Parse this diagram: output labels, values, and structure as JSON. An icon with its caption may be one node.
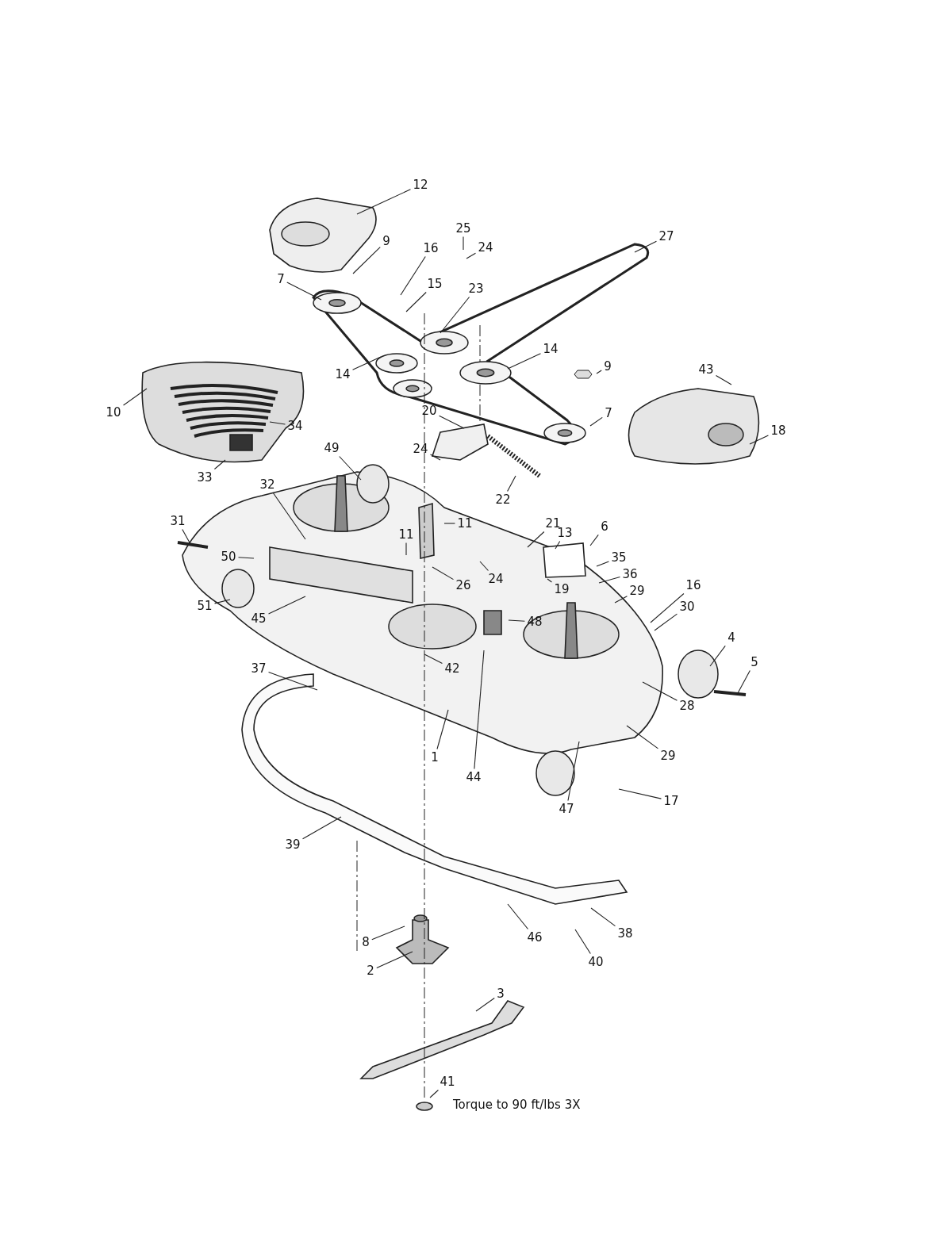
{
  "diagram": {
    "nodes": [
      {
        "text": [
          "12"
        ]
      },
      {
        "text": [
          "9"
        ]
      },
      {
        "text": [
          "25"
        ]
      },
      {
        "text": [
          "16"
        ]
      },
      {
        "text": [
          "24"
        ]
      },
      {
        "text": [
          "15"
        ]
      },
      {
        "text": [
          "23"
        ]
      },
      {
        "text": [
          "27"
        ]
      },
      {
        "text": [
          "7"
        ]
      },
      {
        "text": [
          "14"
        ]
      },
      {
        "text": [
          "14"
        ]
      },
      {
        "text": [
          "9"
        ]
      },
      {
        "text": [
          "43"
        ]
      },
      {
        "text": [
          "10"
        ]
      },
      {
        "text": [
          "7"
        ]
      },
      {
        "text": [
          "18"
        ]
      },
      {
        "text": [
          "34"
        ]
      },
      {
        "text": [
          "33"
        ]
      },
      {
        "text": [
          "20"
        ]
      },
      {
        "text": [
          "24"
        ]
      },
      {
        "text": [
          "22"
        ]
      },
      {
        "text": [
          "49"
        ]
      },
      {
        "text": [
          "32"
        ]
      },
      {
        "text": [
          "31"
        ]
      },
      {
        "text": [
          "11"
        ]
      },
      {
        "text": [
          "11"
        ]
      },
      {
        "text": [
          "21"
        ]
      },
      {
        "text": [
          "13"
        ]
      },
      {
        "text": [
          "6"
        ]
      },
      {
        "text": [
          "35"
        ]
      },
      {
        "text": [
          "36"
        ]
      },
      {
        "text": [
          "50"
        ]
      },
      {
        "text": [
          "24"
        ]
      },
      {
        "text": [
          "26"
        ]
      },
      {
        "text": [
          "19"
        ]
      },
      {
        "text": [
          "29"
        ]
      },
      {
        "text": [
          "16"
        ]
      },
      {
        "text": [
          "30"
        ]
      },
      {
        "text": [
          "51"
        ]
      },
      {
        "text": [
          "45"
        ]
      },
      {
        "text": [
          "48"
        ]
      },
      {
        "text": [
          "4"
        ]
      },
      {
        "text": [
          "5"
        ]
      },
      {
        "text": [
          "42"
        ]
      },
      {
        "text": [
          "37"
        ]
      },
      {
        "text": [
          "28"
        ]
      },
      {
        "text": [
          "1"
        ]
      },
      {
        "text": [
          "44"
        ]
      },
      {
        "text": [
          "29"
        ]
      },
      {
        "text": [
          "47"
        ]
      },
      {
        "text": [
          "17"
        ]
      },
      {
        "text": [
          "39"
        ]
      },
      {
        "text": [
          "8"
        ]
      },
      {
        "text": [
          "46"
        ]
      },
      {
        "text": [
          "38"
        ]
      },
      {
        "text": [
          "2"
        ]
      },
      {
        "text": [
          "40"
        ]
      },
      {
        "text": [
          "3"
        ]
      },
      {
        "text": [
          "41"
        ]
      }
    ],
    "edges": [
      {
        "from": 0,
        "to": null,
        "arrow": "none"
      },
      {
        "from": 1,
        "to": null,
        "arrow": "none"
      },
      {
        "from": 2,
        "to": null,
        "arrow": "none"
      },
      {
        "from": 3,
        "to": null,
        "arrow": "none"
      },
      {
        "from": 4,
        "to": null,
        "arrow": "none"
      },
      {
        "from": 5,
        "to": null,
        "arrow": "none"
      },
      {
        "from": 6,
        "to": null,
        "arrow": "none"
      },
      {
        "from": 7,
        "to": null,
        "arrow": "none"
      },
      {
        "from": 8,
        "to": null,
        "arrow": "none"
      },
      {
        "from": 9,
        "to": null,
        "arrow": "none"
      },
      {
        "from": 10,
        "to": null,
        "arrow": "none"
      },
      {
        "from": 11,
        "to": null,
        "arrow": "none"
      },
      {
        "from": 12,
        "to": null,
        "arrow": "none"
      },
      {
        "from": 13,
        "to": null,
        "arrow": "none"
      },
      {
        "from": 14,
        "to": null,
        "arrow": "none"
      },
      {
        "from": 15,
        "to": null,
        "arrow": "none"
      },
      {
        "from": 16,
        "to": null,
        "arrow": "none"
      },
      {
        "from": 17,
        "to": null,
        "arrow": "none"
      },
      {
        "from": 18,
        "to": null,
        "arrow": "none"
      },
      {
        "from": 19,
        "to": null,
        "arrow": "none"
      },
      {
        "from": 20,
        "to": null,
        "arrow": "none"
      },
      {
        "from": 21,
        "to": null,
        "arrow": "none"
      },
      {
        "from": 22,
        "to": null,
        "arrow": "none"
      },
      {
        "from": 23,
        "to": null,
        "arrow": "none"
      },
      {
        "from": 24,
        "to": null,
        "arrow": "none"
      },
      {
        "from": 25,
        "to": null,
        "arrow": "none"
      },
      {
        "from": 26,
        "to": null,
        "arrow": "none"
      },
      {
        "from": 27,
        "to": null,
        "arrow": "none"
      },
      {
        "from": 28,
        "to": null,
        "arrow": "none"
      },
      {
        "from": 29,
        "to": null,
        "arrow": "none"
      },
      {
        "from": 30,
        "to": null,
        "arrow": "none"
      },
      {
        "from": 31,
        "to": null,
        "arrow": "none"
      },
      {
        "from": 32,
        "to": null,
        "arrow": "none"
      },
      {
        "from": 33,
        "to": null,
        "arrow": "none"
      },
      {
        "from": 34,
        "to": null,
        "arrow": "none"
      },
      {
        "from": 35,
        "to": null,
        "arrow": "none"
      },
      {
        "from": 36,
        "to": null,
        "arrow": "none"
      },
      {
        "from": 37,
        "to": null,
        "arrow": "none"
      },
      {
        "from": 38,
        "to": null,
        "arrow": "none"
      },
      {
        "from": 39,
        "to": null,
        "arrow": "none"
      },
      {
        "from": 40,
        "to": null,
        "arrow": "none"
      },
      {
        "from": 41,
        "to": null,
        "arrow": "none"
      },
      {
        "from": 42,
        "to": null,
        "arrow": "none"
      },
      {
        "from": 43,
        "to": null,
        "arrow": "none"
      },
      {
        "from": 44,
        "to": null,
        "arrow": "none"
      },
      {
        "from": 45,
        "to": null,
        "arrow": "none"
      },
      {
        "from": 46,
        "to": null,
        "arrow": "none"
      },
      {
        "from": 47,
        "to": null,
        "arrow": "none"
      },
      {
        "from": 48,
        "to": null,
        "arrow": "none"
      },
      {
        "from": 49,
        "to": null,
        "arrow": "none"
      },
      {
        "from": 50,
        "to": null,
        "arrow": "none"
      },
      {
        "from": 51,
        "to": null,
        "arrow": "none"
      },
      {
        "from": 52,
        "to": null,
        "arrow": "none"
      },
      {
        "from": 53,
        "to": null,
        "arrow": "none"
      },
      {
        "from": 54,
        "to": null,
        "arrow": "none"
      },
      {
        "from": 55,
        "to": null,
        "arrow": "none"
      },
      {
        "from": 56,
        "to": null,
        "arrow": "none"
      },
      {
        "from": 57,
        "to": null,
        "arrow": "none"
      },
      {
        "from": 58,
        "to": null,
        "arrow": "none"
      }
    ],
    "labels": [
      "Torque to 90 ft/lbs 3X"
    ]
  }
}
